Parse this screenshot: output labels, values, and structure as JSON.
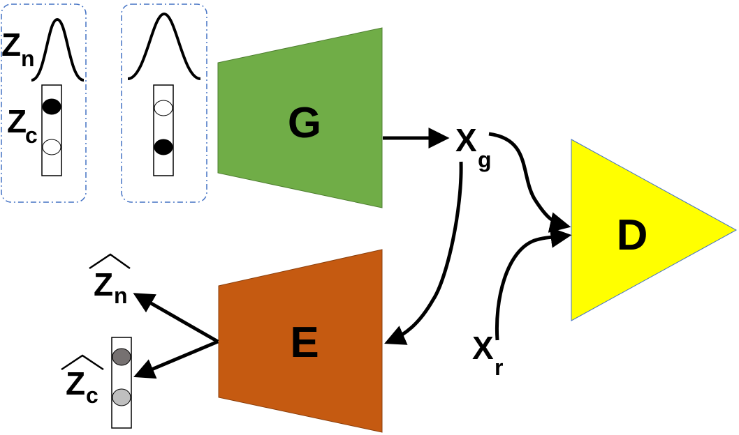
{
  "blocks": {
    "generator": {
      "label": "G",
      "color": "#70AD47"
    },
    "encoder": {
      "label": "E",
      "color": "#C55A11"
    },
    "discriminator": {
      "label": "D",
      "color": "#FFFF00"
    }
  },
  "inputs": {
    "noise": {
      "main": "Z",
      "sub": "n"
    },
    "code": {
      "main": "Z",
      "sub": "c"
    },
    "box1_code_filled": [
      "#000000",
      "#ffffff"
    ],
    "box2_code_filled": [
      "#ffffff",
      "#000000"
    ]
  },
  "signals": {
    "generated": {
      "main": "X",
      "sub": "g"
    },
    "real": {
      "main": "X",
      "sub": "r"
    }
  },
  "outputs": {
    "noise_hat": {
      "main": "Z",
      "sub": "n"
    },
    "code_hat": {
      "main": "Z",
      "sub": "c"
    },
    "code_hat_colors": [
      "#767171",
      "#BFBFBF"
    ]
  },
  "colors": {
    "box_border": "#4472C4",
    "arrow": "#000000"
  }
}
